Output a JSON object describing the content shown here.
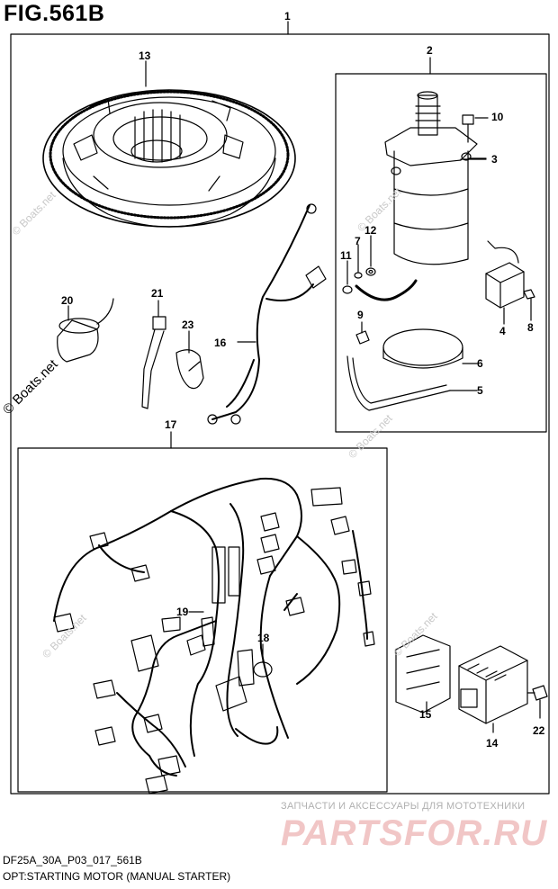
{
  "figure": {
    "title": "FIG.561B",
    "footer_line1": "DF25A_30A_P03_017_561B",
    "footer_line2": "OPT:STARTING MOTOR (MANUAL STARTER)"
  },
  "callouts": {
    "c1": "1",
    "c2": "2",
    "c3": "3",
    "c4": "4",
    "c5": "5",
    "c6": "6",
    "c7": "7",
    "c8": "8",
    "c9": "9",
    "c10": "10",
    "c11": "11",
    "c12": "12",
    "c13": "13",
    "c14": "14",
    "c15": "15",
    "c16": "16",
    "c17": "17",
    "c18": "18",
    "c19": "19",
    "c20": "20",
    "c21": "21",
    "c22": "22",
    "c23": "23"
  },
  "watermarks": {
    "boats_net": "© Boats.net",
    "boats_net_large": "© Boats.net"
  },
  "brand": {
    "tagline": "ЗАПЧАСТИ И АКСЕССУАРЫ ДЛЯ МОТОТЕХНИКИ",
    "name": "PARTSFOR.RU"
  }
}
